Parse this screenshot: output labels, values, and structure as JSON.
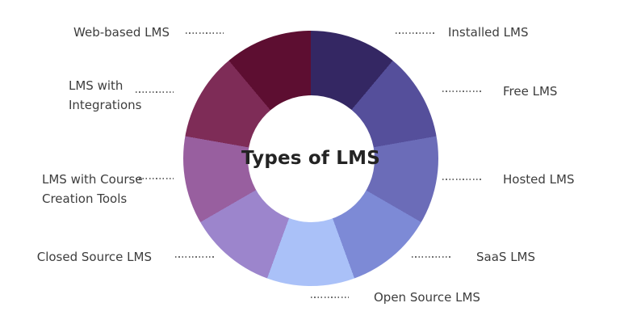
{
  "chart_data": {
    "type": "pie",
    "variant": "donut",
    "title": "Types of LMS",
    "legend_position": "callout-labels-around-ring",
    "background_color": "#ffffff",
    "title_color": "#232323",
    "label_color": "#3d3d3d",
    "leader_line_color": "#6f6f6f",
    "start_angle_deg": 0,
    "direction": "clockwise",
    "segments": [
      {
        "label": "Installed LMS",
        "sweep_deg": 40,
        "color": "#342763"
      },
      {
        "label": "Free LMS",
        "sweep_deg": 40,
        "color": "#554F9B"
      },
      {
        "label": "Hosted LMS",
        "sweep_deg": 40,
        "color": "#6B6CB8"
      },
      {
        "label": "SaaS LMS",
        "sweep_deg": 40,
        "color": "#7D8AD6"
      },
      {
        "label": "Open Source LMS",
        "sweep_deg": 40,
        "color": "#AAC1F8"
      },
      {
        "label": "Closed Source LMS",
        "sweep_deg": 40,
        "color": "#9C85CC"
      },
      {
        "label": "LMS with Course Creation Tools",
        "sweep_deg": 40,
        "color": "#985F9F"
      },
      {
        "label": "LMS with Integrations",
        "sweep_deg": 40,
        "color": "#7E2C57"
      },
      {
        "label": "Web-based LMS",
        "sweep_deg": 40,
        "color": "#5D0E31"
      }
    ]
  }
}
